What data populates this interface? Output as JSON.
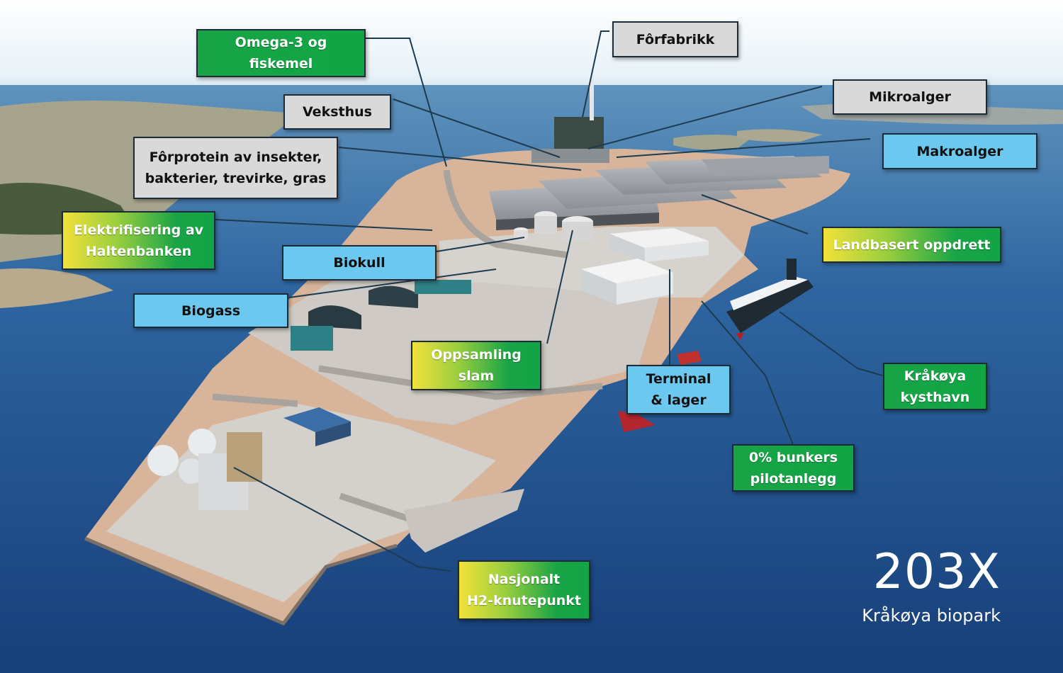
{
  "labels": {
    "omega3": "Omega-3 og fiskemel",
    "forfabrikk": "Fôrfabrikk",
    "veksthus": "Veksthus",
    "mikroalger": "Mikroalger",
    "forprotein": "Fôrprotein av insekter,\nbakterier, trevirke, gras",
    "makroalger": "Makroalger",
    "elektrifisering": "Elektrifisering av\nHaltenbanken",
    "landbasert": "Landbasert oppdrett",
    "biokull": "Biokull",
    "biogass": "Biogass",
    "oppsamling": "Oppsamling\nslam",
    "terminal": "Terminal\n& lager",
    "kystha": "Kråkøya\nkysthavn",
    "bunkers": "0% bunkers\npilotanlegg",
    "h2": "Nasjonalt\nH2-knutepunkt"
  },
  "title": {
    "year": "203X",
    "subtitle": "Kråkøya biopark"
  },
  "colors": {
    "grey_label": "#d9d9d9",
    "blue_label": "#6cc8ee",
    "green_label": "#12a446",
    "yellow_gradient_start": "#f2e13a",
    "sea": "#1e4f8c",
    "ground": "#d8b49a",
    "leader_line": "#1d3b4f"
  }
}
